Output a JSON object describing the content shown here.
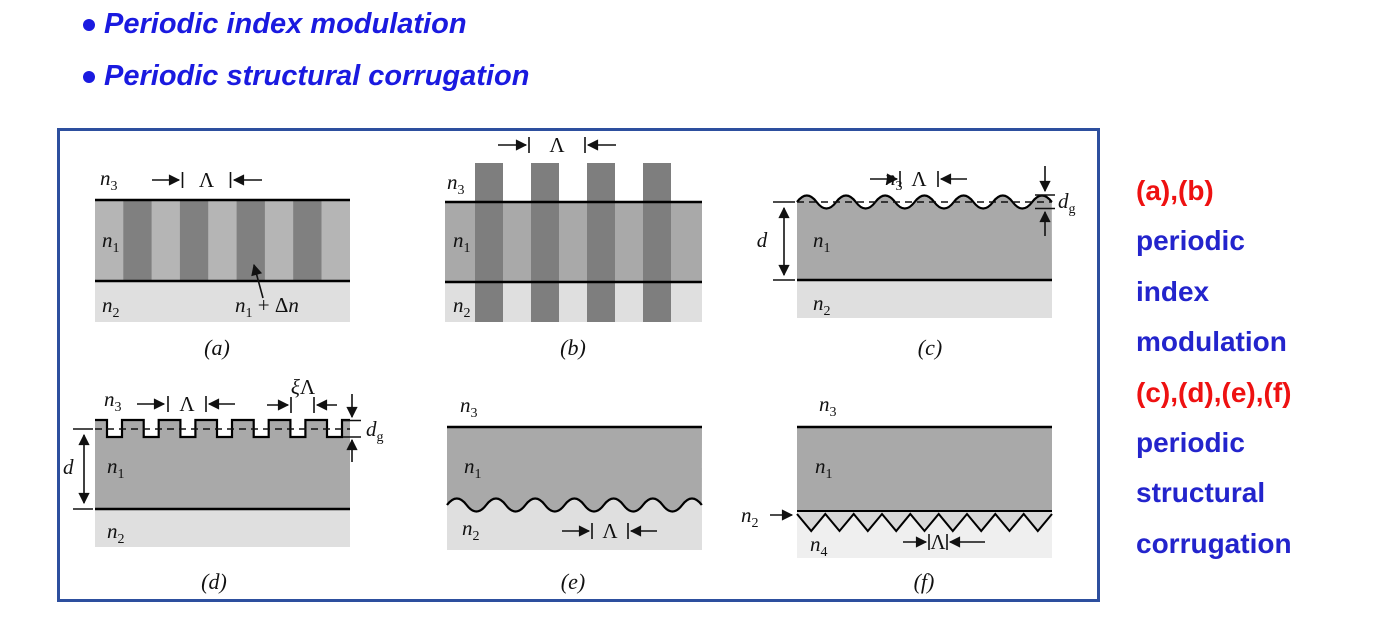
{
  "bullets": [
    {
      "text": "Periodic index modulation"
    },
    {
      "text": "Periodic structural corrugation"
    }
  ],
  "annotation": {
    "lines": [
      {
        "text": "(a),(b)",
        "color": "red"
      },
      {
        "text": "periodic",
        "color": "blue"
      },
      {
        "text": "index",
        "color": "blue"
      },
      {
        "text": "modulation",
        "color": "blue"
      },
      {
        "text": "(c),(d),(e),(f)",
        "color": "red"
      },
      {
        "text": "periodic",
        "color": "blue"
      },
      {
        "text": "structural",
        "color": "blue"
      },
      {
        "text": "corrugation",
        "color": "blue"
      }
    ]
  },
  "figure": {
    "glyphs": {
      "n": "n",
      "sub1": "1",
      "sub2": "2",
      "sub3": "3",
      "sub4": "4",
      "lambda": "Λ",
      "xi": "ξ",
      "d": "d",
      "g": "g",
      "plus_delta": " + Δ"
    },
    "captions": {
      "a": "(a)",
      "b": "(b)",
      "c": "(c)",
      "d": "(d)",
      "e": "(e)",
      "f": "(f)"
    }
  },
  "colors": {
    "bullet_blue": "#1a1ae0",
    "annotation_blue": "#2324cc",
    "annotation_red": "#ee1111",
    "figure_border": "#2d4f9e",
    "layer_n1_gray": "#a9a9a9",
    "layer_n1_light_stripe": "#b5b5b5",
    "dark_stripe_gray": "#808080",
    "layer_n2_light": "#dfdfdf",
    "teeth_strip_gray": "#d8d8d8",
    "layer_n4_lightest": "#efefef"
  }
}
